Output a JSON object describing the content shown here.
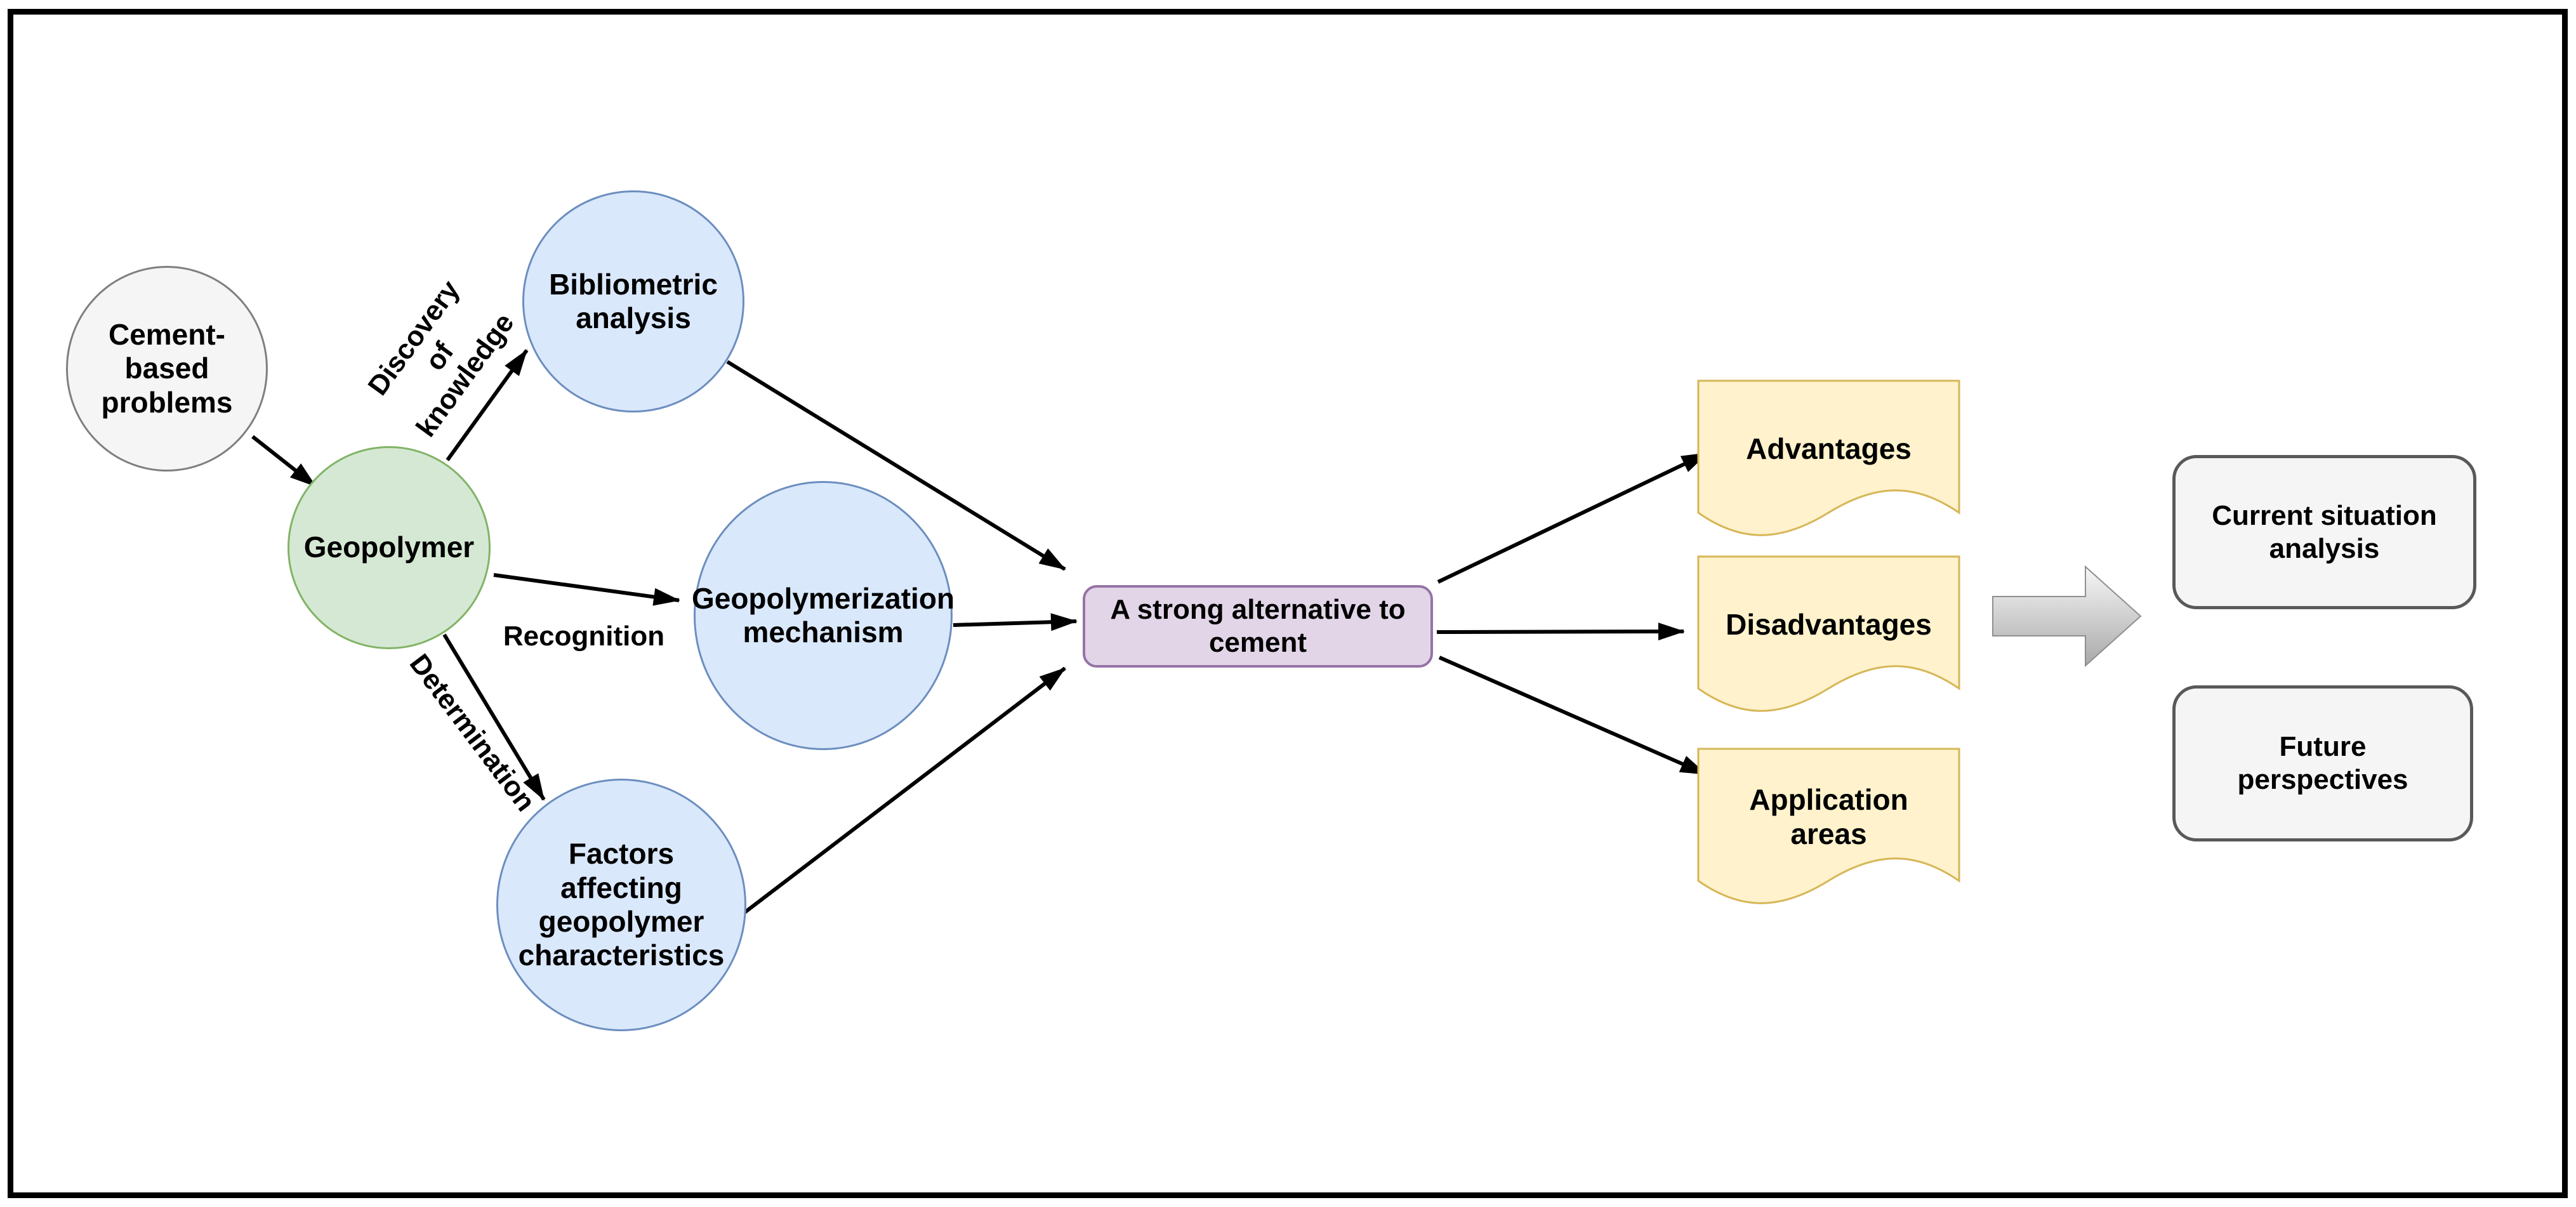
{
  "figure": {
    "type": "flow-diagram",
    "description": "Framework diagram: geopolymer as a strong alternative to cement"
  },
  "colors": {
    "background": "#ffffff",
    "frame_border": "#000000",
    "neutral_fill": "#f5f5f5",
    "neutral_border": "#666666",
    "green_fill": "#d5e8d4",
    "green_border": "#82b366",
    "blue_fill": "#dae8fc",
    "blue_border": "#6c8ebf",
    "purple_fill": "#e1d5e7",
    "purple_border": "#9673a6",
    "yellow_fill": "#fff2cc",
    "yellow_border": "#d6b656",
    "arrow_color": "#000000",
    "block_arrow_fill_top": "#f7f7f7",
    "block_arrow_fill_bottom": "#a9a9a9"
  },
  "nodes": {
    "cement_problems": {
      "label": "Cement-\nbased\nproblems"
    },
    "geopolymer": {
      "label": "Geopolymer"
    },
    "bibliometric": {
      "label": "Bibliometric\nanalysis"
    },
    "mechanism": {
      "label": "Geopolymerization\nmechanism"
    },
    "factors": {
      "label": "Factors\naffecting\ngeopolymer\ncharacteristics"
    },
    "alternative": {
      "label": "A strong alternative to\ncement"
    },
    "advantages": {
      "label": "Advantages"
    },
    "disadvantages": {
      "label": "Disadvantages"
    },
    "application_areas": {
      "label": "Application\nareas"
    },
    "current_situation": {
      "label": "Current situation\nanalysis"
    },
    "future_perspectives": {
      "label": "Future\nperspectives"
    }
  },
  "edge_labels": {
    "discovery_of_knowledge": "Discovery\nof\nknowledge",
    "recognition": "Recognition",
    "determination": "Determination"
  }
}
